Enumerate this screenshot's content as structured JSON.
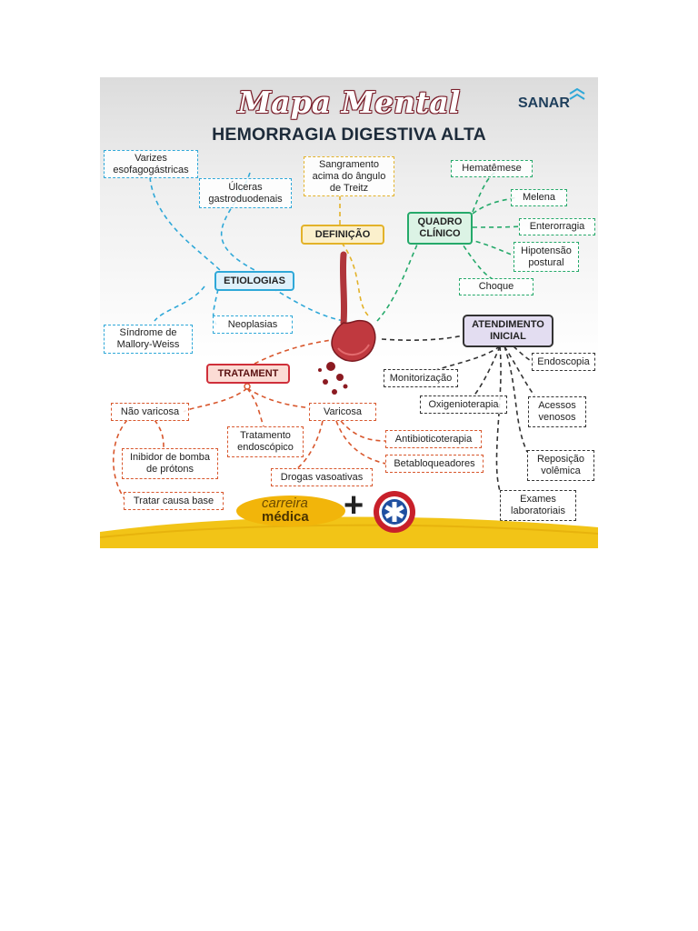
{
  "header": {
    "script_title": "Mapa Mental",
    "main_title": "HEMORRAGIA DIGESTIVA ALTA",
    "brand": "SANAR"
  },
  "hubs": {
    "definicao": "DEFINIÇÃO",
    "quadro_clinico": "QUADRO CLÍNICO",
    "etiologias": "ETIOLOGIAS",
    "atendimento_inicial": "ATENDIMENTO INICIAL",
    "tratamento": "TRATAMENT"
  },
  "definicao_items": [
    "Sangramento acima do ângulo de Treitz"
  ],
  "quadro_clinico_items": [
    "Hematêmese",
    "Melena",
    "Enterorragia",
    "Hipotensão postural",
    "Choque"
  ],
  "etiologias_items": [
    "Varizes esofagogástricas",
    "Úlceras gastroduodenais",
    "Neoplasias",
    "Síndrome de Mallory-Weiss"
  ],
  "atendimento_items": [
    "Monitorização",
    "Endoscopia",
    "Oxigenioterapia",
    "Acessos venosos",
    "Reposição volêmica",
    "Exames laboratoriais"
  ],
  "tratamento_items": [
    "Não varicosa",
    "Varicosa",
    "Tratamento endoscópico",
    "Inibidor de bomba de prótons",
    "Tratar causa base",
    "Drogas vasoativas",
    "Antibioticoterapia",
    "Betabloqueadores"
  ],
  "footer": {
    "partner_line1": "carreira",
    "partner_line2": "médica",
    "plus": "+"
  },
  "colors": {
    "etiologias": "#2fa8d8",
    "definicao": "#e3b229",
    "quadro_clinico": "#25a96a",
    "tratamento": "#d8572d",
    "atendimento": "#333333",
    "footer_yellow": "#f2c417"
  },
  "icons": [
    "stomach-illustration",
    "sanar-logo-icon",
    "star-of-life-emblem-icon"
  ]
}
